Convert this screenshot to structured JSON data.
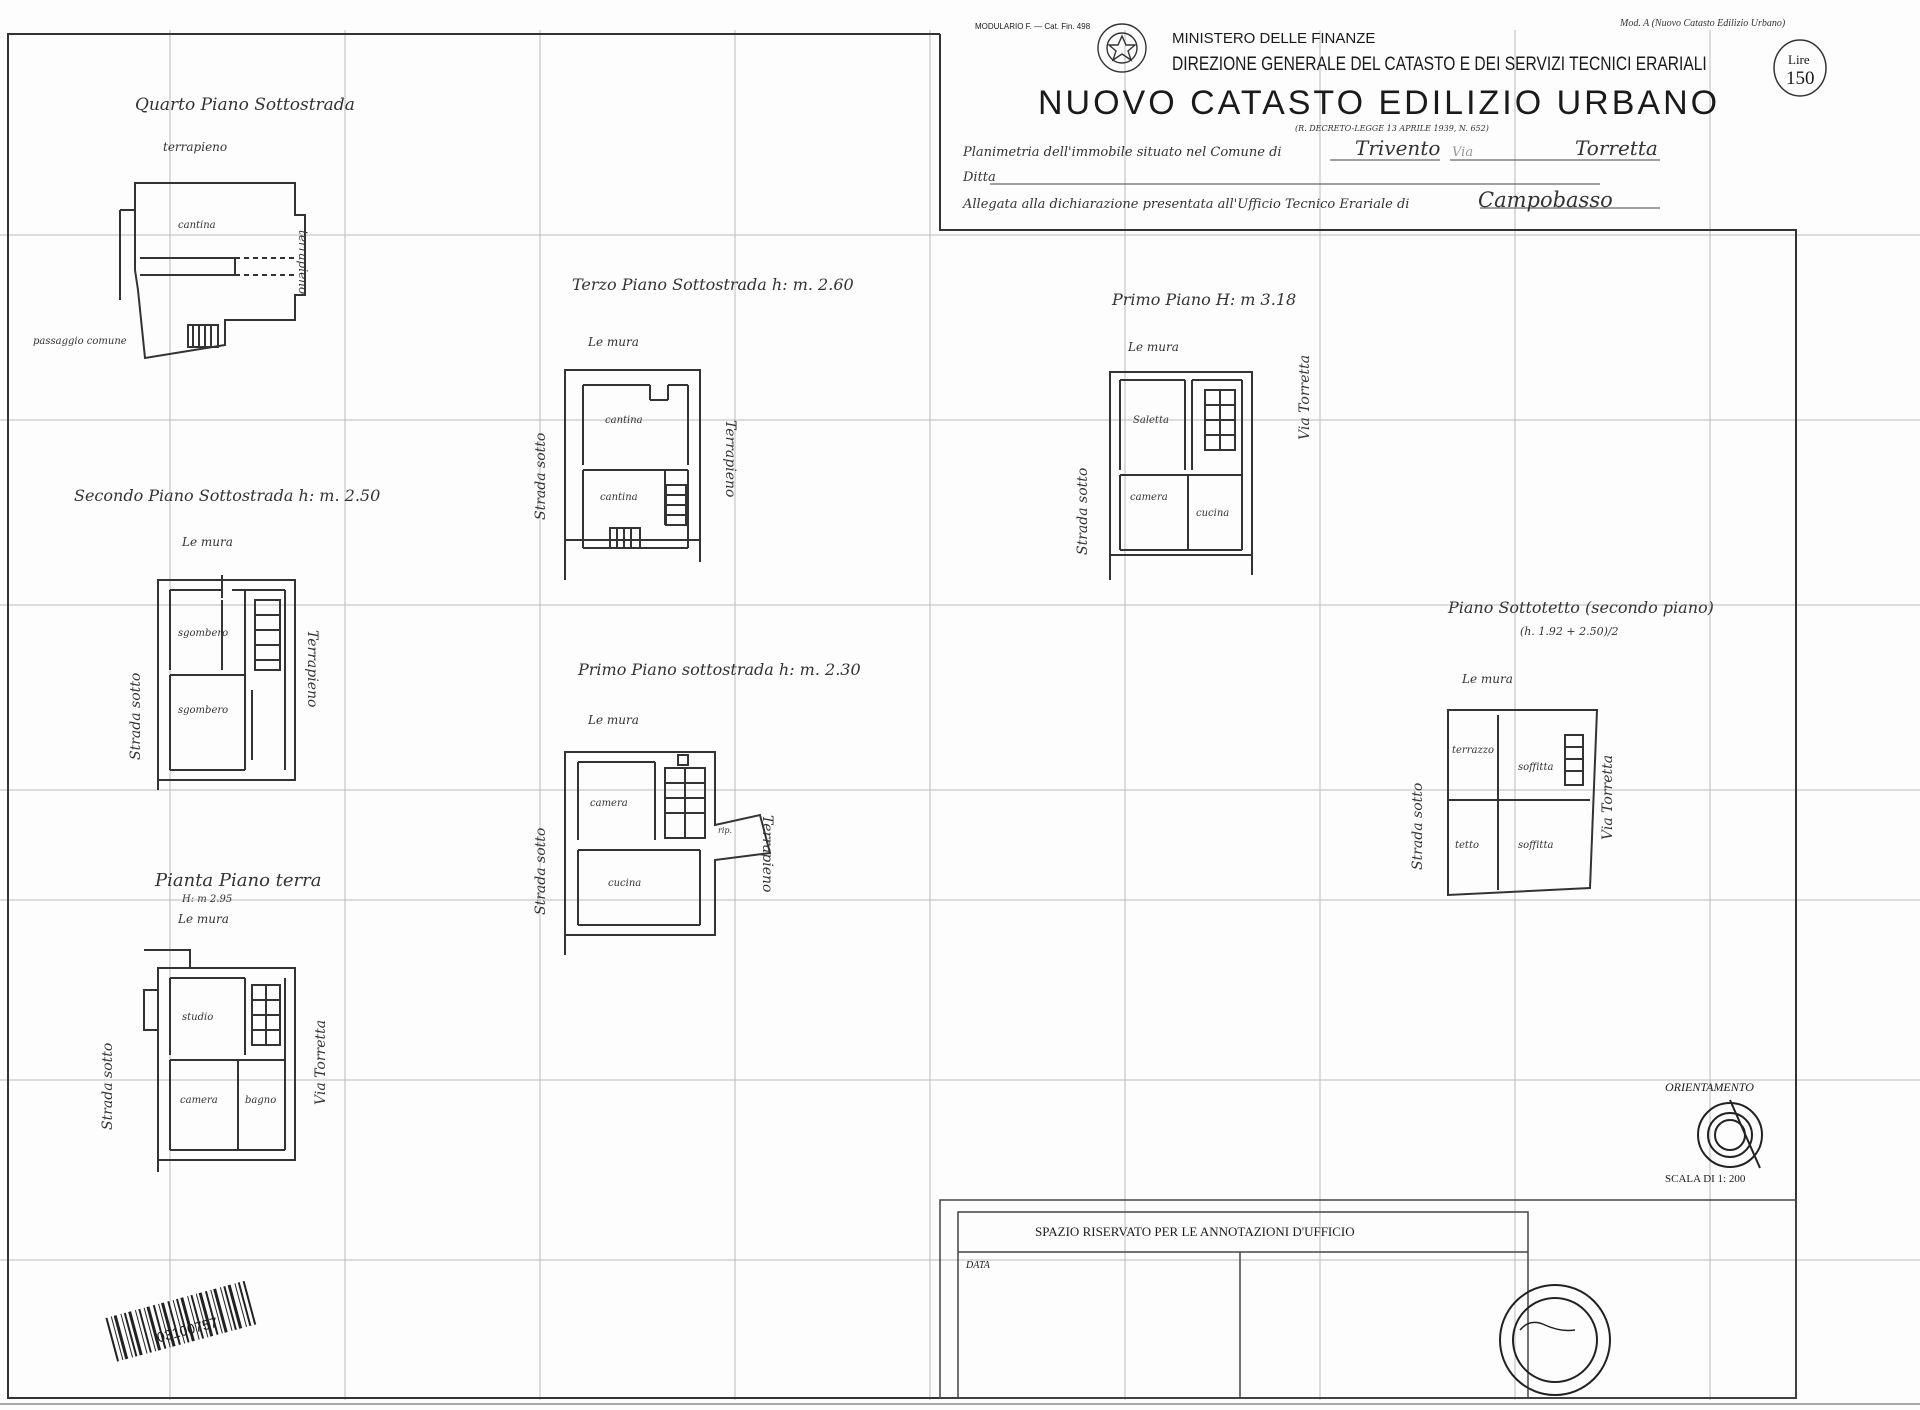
{
  "header": {
    "registry_top": "MODULARIO  F. — Cat. Fin. 498",
    "model": "Mod. A (Nuovo Catasto Edilizio Urbano)",
    "ministry": "MINISTERO DELLE FINANZE",
    "direction": "DIREZIONE GENERALE DEL CATASTO E DEI SERVIZI TECNICI ERARIALI",
    "title": "NUOVO CATASTO EDILIZIO URBANO",
    "decree": "(R. DECRETO-LEGGE 13 APRILE 1939, N. 652)",
    "price_label": "Lire",
    "price_value": "150",
    "line1_label": "Planimetria dell'immobile situato nel Comune di",
    "comune": "Trivento",
    "via_label": "Via",
    "via": "Torretta",
    "ditta_label": "Ditta",
    "line3_label": "Allegata alla dichiarazione presentata all'Ufficio Tecnico Erariale di",
    "ufficio": "Campobasso"
  },
  "floors": {
    "quarto": {
      "title": "Quarto Piano Sottostrada",
      "top": "terrapieno",
      "side": "terrapieno",
      "passage": "passaggio comune",
      "room1": "cantina"
    },
    "terzo": {
      "title": "Terzo Piano Sottostrada h: m. 2.60",
      "top": "Le mura",
      "left": "Strada sotto",
      "right": "Terrapieno",
      "room1": "cantina",
      "room2": "cantina"
    },
    "primo_piano": {
      "title": "Primo Piano H: m 3.18",
      "top": "Le mura",
      "left": "Strada sotto",
      "right": "Via Torretta",
      "room1": "Saletta",
      "room2": "camera",
      "room3": "cucina"
    },
    "secondo": {
      "title": "Secondo Piano Sottostrada h: m. 2.50",
      "top": "Le mura",
      "left": "Strada sotto",
      "right": "Terrapieno",
      "room1": "sgombero",
      "room2": "sgombero"
    },
    "primo_sotto": {
      "title": "Primo Piano sottostrada h: m. 2.30",
      "top": "Le mura",
      "left": "Strada sotto",
      "right": "Terrapieno",
      "room1": "camera",
      "room2": "cucina",
      "room3": "rip."
    },
    "sottotetto": {
      "title": "Piano Sottotetto (secondo piano)",
      "formula": "(h. 1.92 + 2.50)/2",
      "top": "Le mura",
      "left": "Strada sotto",
      "right": "Via Torretta",
      "room1": "terrazzo",
      "room2": "soffitta",
      "room3": "tetto",
      "room4": "soffitta"
    },
    "terra": {
      "title": "Pianta Piano terra",
      "height": "H: m 2.95",
      "top": "Le mura",
      "left": "Strada sotto",
      "right": "Via Torretta",
      "room1": "studio",
      "room2": "camera",
      "room3": "bagno"
    }
  },
  "orientation": {
    "label": "ORIENTAMENTO",
    "scale": "SCALA DI 1: 200"
  },
  "office": {
    "title": "SPAZIO RISERVATO PER LE ANNOTAZIONI D'UFFICIO",
    "date_label": "DATA"
  },
  "barcode": {
    "number": "03100757"
  }
}
